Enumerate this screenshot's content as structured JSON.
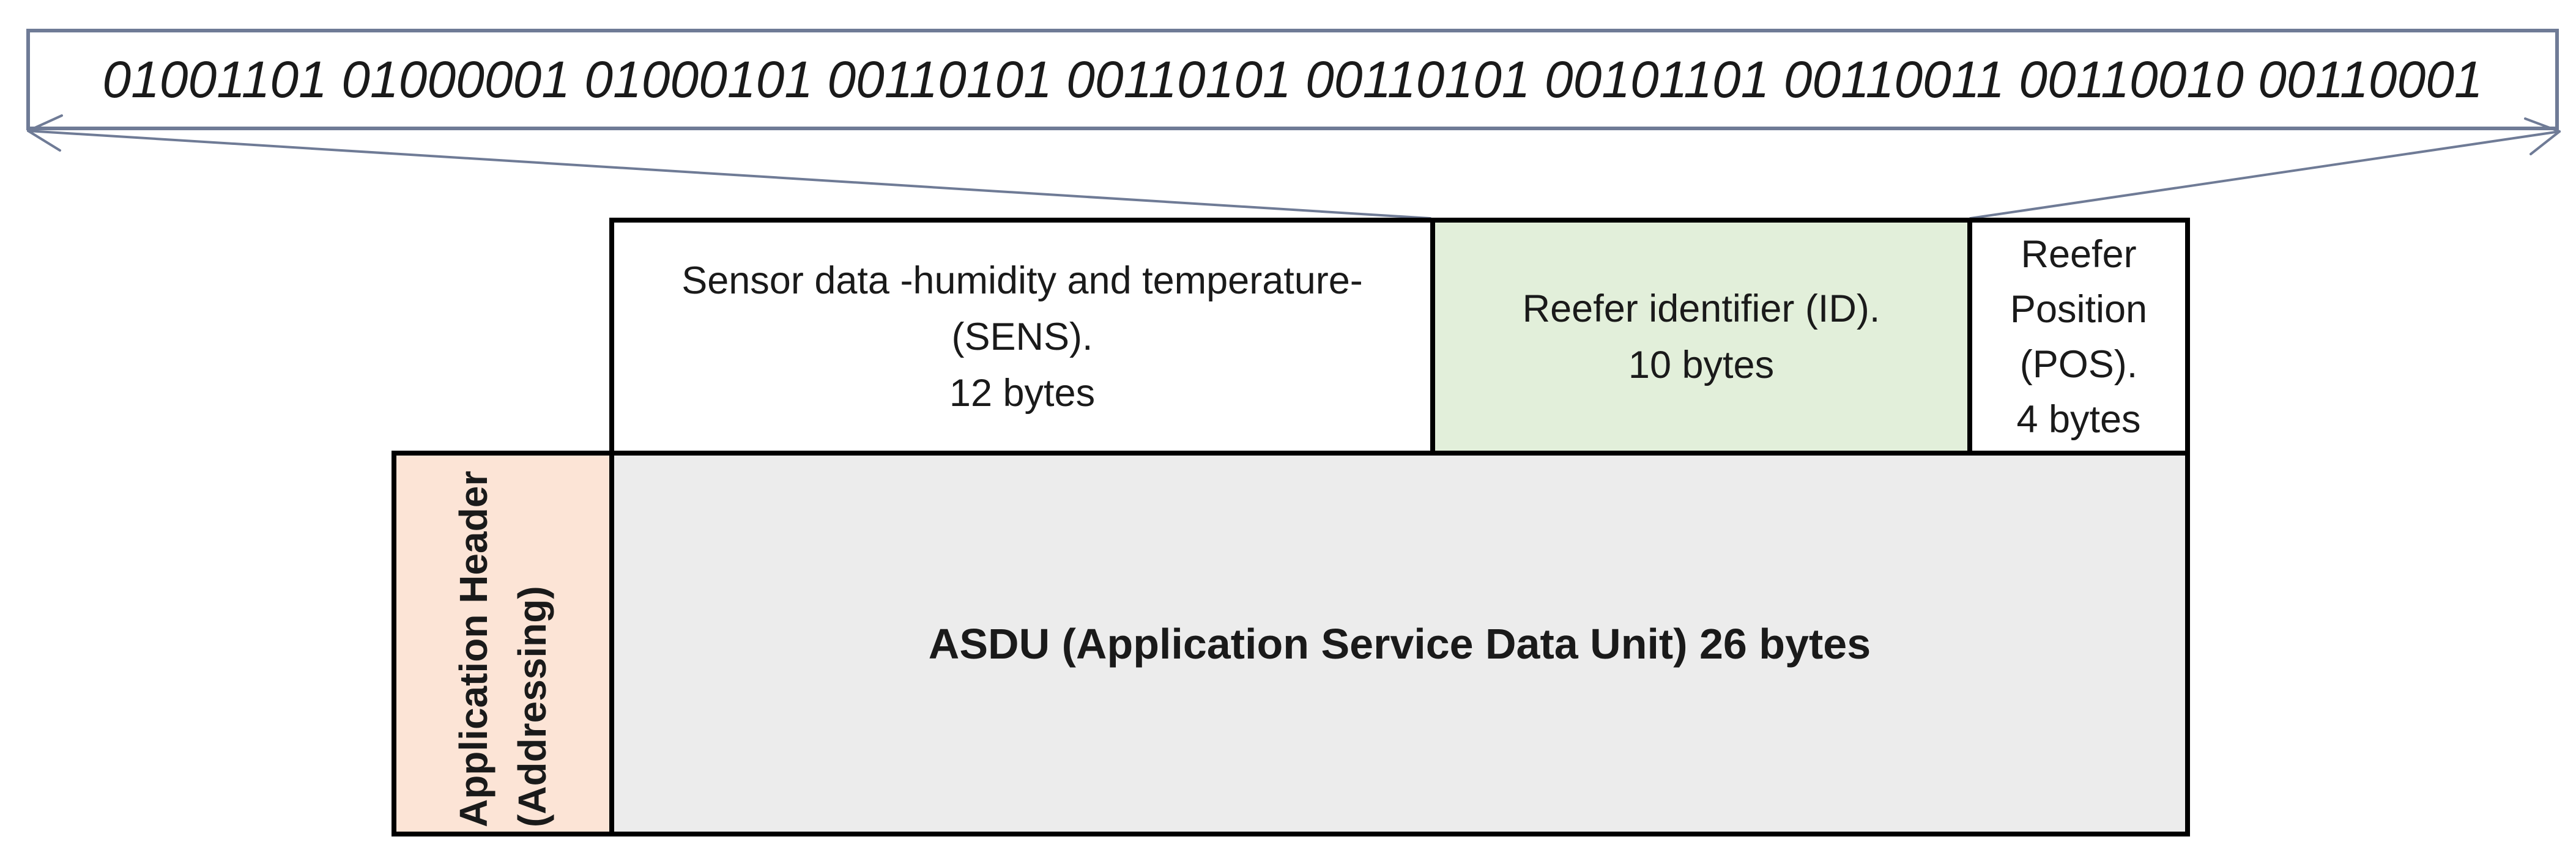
{
  "colors": {
    "line": "#6f7b96",
    "border": "#000000",
    "ink": "#1a1a1a",
    "green": "#e2efda",
    "peach": "#fce4d6",
    "gray": "#ececec"
  },
  "binary_strip": {
    "bits": "01001101 01000001 01000101 00110101 00110101 00110101 00101101 00110011 00110010 00110001"
  },
  "packet": {
    "sens": {
      "lines": [
        "Sensor data -humidity and temperature-",
        "(SENS).",
        "12 bytes"
      ]
    },
    "id": {
      "lines": [
        "Reefer identifier (ID).",
        "10 bytes"
      ]
    },
    "pos": {
      "lines": [
        "Reefer",
        "Position",
        "(POS).",
        "4 bytes"
      ]
    },
    "app_header": {
      "lines": [
        "Application Header",
        "(Addressing)"
      ]
    },
    "asdu": {
      "label": "ASDU (Application Service Data Unit) 26 bytes"
    }
  }
}
